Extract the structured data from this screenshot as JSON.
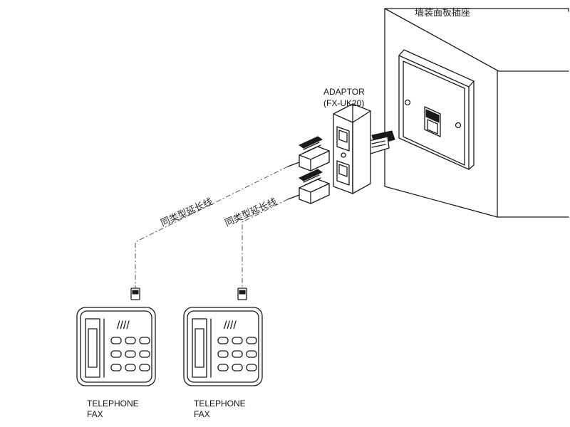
{
  "wall_plate_label": "墙装面板插座",
  "adaptor": {
    "name": "ADAPTOR",
    "model": "(FX-UK20)"
  },
  "cable_label_1": "同类型延长线",
  "cable_label_2": "同类型延长线",
  "devices": [
    {
      "line1": "TELEPHONE",
      "line2": "FAX"
    },
    {
      "line1": "TELEPHONE",
      "line2": "FAX"
    }
  ],
  "keypad_marks": "////",
  "colors": {
    "line": "#1a1a1a",
    "dash": "#555555",
    "background": "#ffffff"
  }
}
